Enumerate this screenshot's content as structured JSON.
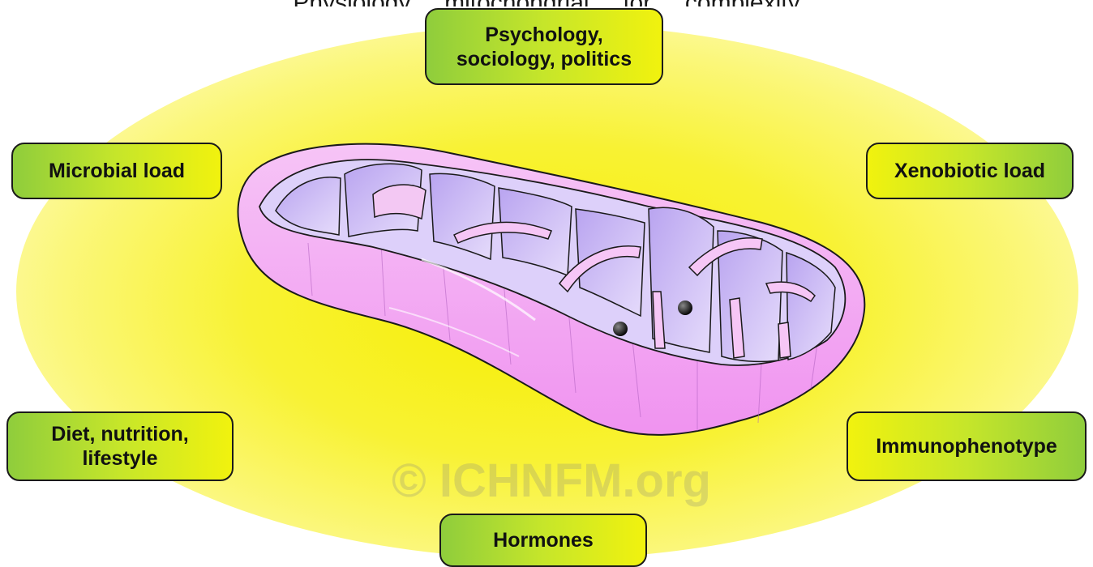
{
  "header": {
    "partial_text": "Physiology ... mitochondrial ... for ... complexity"
  },
  "boxes": {
    "psychology": [
      "Psychology,",
      "sociology, politics"
    ],
    "microbial": "Microbial load",
    "xenobiotic": "Xenobiotic load",
    "diet": [
      "Diet, nutrition,",
      "lifestyle"
    ],
    "immuno": "Immunophenotype",
    "hormones": "Hormones"
  },
  "watermark": "© ICHNFM.org",
  "colors": {
    "halo_center": "#f6ee00",
    "box_green": "#8fcd3c",
    "box_yellow": "#f1f20e",
    "membrane_outer": "#f3a6f3",
    "membrane_inner": "#c9b6f2",
    "matrix": "#ddd0fa"
  },
  "image": {
    "subject": "mitochondrion-illustration"
  }
}
